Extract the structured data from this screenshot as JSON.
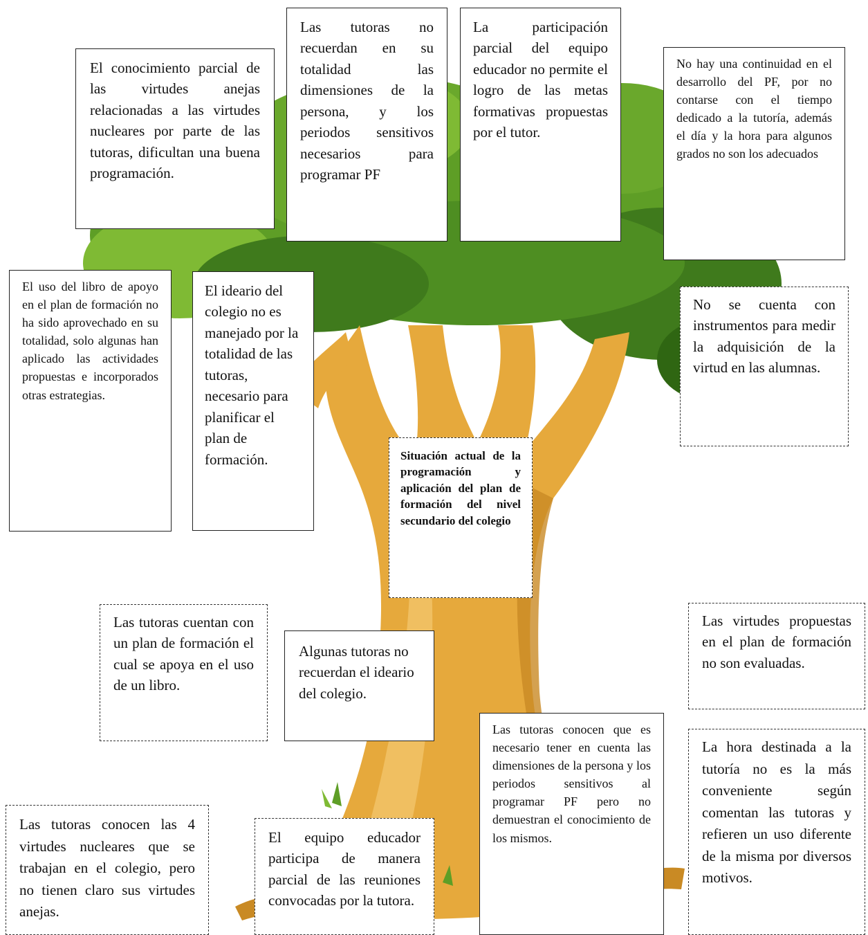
{
  "diagram": {
    "center": "Situación actual de la programación y aplicación del plan de formación del nivel secundario del colegio",
    "problems": [
      "El conocimiento parcial de las virtudes anejas relacionadas a las virtudes nucleares por parte de las tutoras, dificultan una buena programación.",
      "Las tutoras no recuerdan en su totalidad las dimensiones de la persona, y los periodos sensitivos necesarios para programar PF",
      "La participación parcial del equipo educador no permite el logro de las metas formativas propuestas por el tutor.",
      "No hay una continuidad en el desarrollo del PF, por no contarse con el tiempo dedicado a la tutoría, además el día y la hora para algunos grados no son los adecuados",
      "El uso del libro de apoyo en el plan de formación no ha sido aprovechado en su totalidad, solo algunas han aplicado las actividades propuestas e incorporados otras estrategias.",
      "El ideario del colegio no es manejado por la totalidad de las tutoras, necesario para planificar el plan de formación.",
      "Algunas tutoras no recuerdan el ideario del colegio.",
      "Las tutoras conocen que es necesario tener en cuenta las dimensiones de la persona y los periodos sensitivos al programar PF pero no demuestran el conocimiento de los mismos."
    ],
    "causes": [
      "No se cuenta con instrumentos para medir la adquisición de la virtud en las alumnas.",
      "Las tutoras cuentan con un plan de formación el cual se apoya en el uso de un libro.",
      "Las virtudes propuestas en el plan de formación no son evaluadas.",
      "La hora destinada a la tutoría no es la más conveniente según comentan las tutoras y refieren un uso diferente de la misma por diversos motivos.",
      "Las tutoras conocen las 4 virtudes nucleares que se trabajan en el colegio, pero no tienen claro sus virtudes anejas.",
      "El equipo educador participa de manera parcial de las reuniones convocadas por la tutora."
    ]
  },
  "colors": {
    "foliage_dark": "#3f7a1c",
    "foliage_mid": "#5e9e26",
    "foliage_light": "#7fba34",
    "trunk": "#e6a93c",
    "trunk_light": "#f3c46a",
    "trunk_shadow": "#c98a24"
  },
  "icons": [
    "tree-illustration"
  ]
}
